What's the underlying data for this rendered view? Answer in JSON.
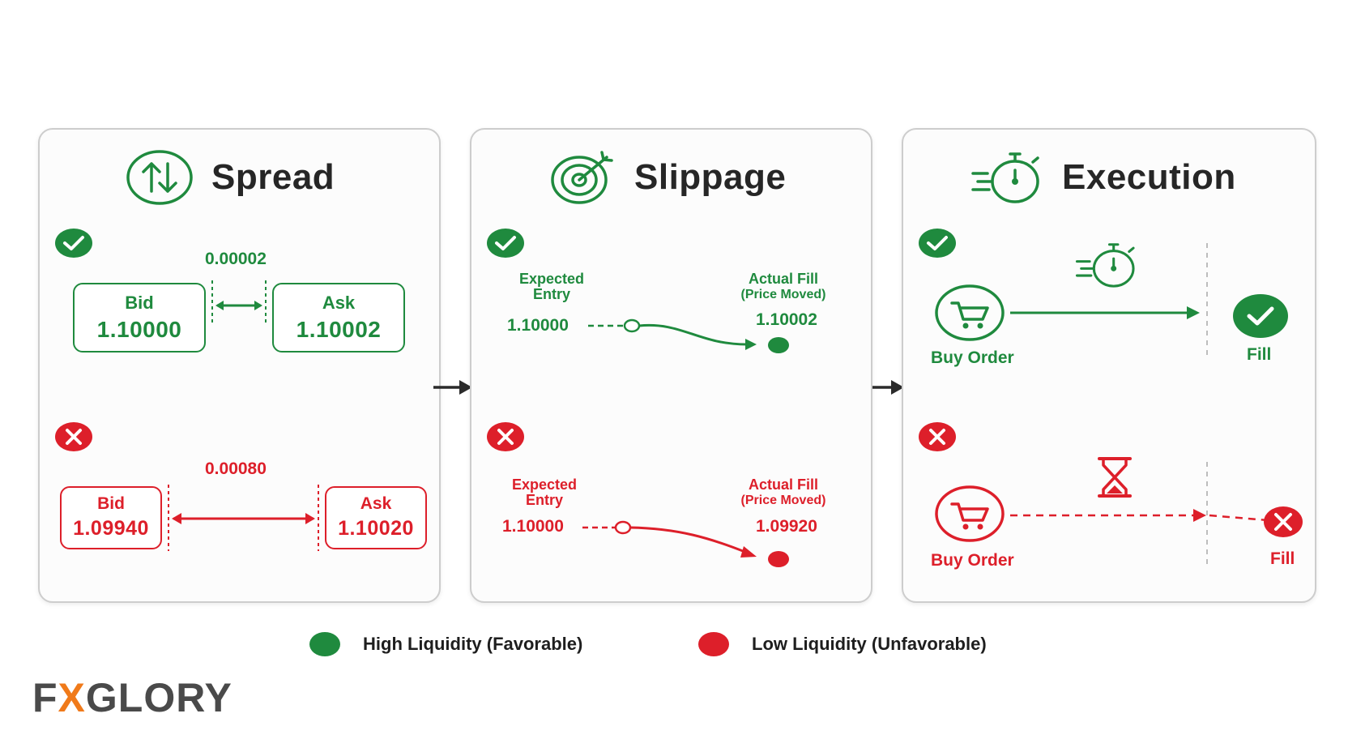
{
  "panels": {
    "spread": {
      "title": "Spread",
      "good": {
        "spread_value": "0.00002",
        "bid_label": "Bid",
        "bid_value": "1.10000",
        "ask_label": "Ask",
        "ask_value": "1.10002"
      },
      "bad": {
        "spread_value": "0.00080",
        "bid_label": "Bid",
        "bid_value": "1.09940",
        "ask_label": "Ask",
        "ask_value": "1.10020"
      }
    },
    "slippage": {
      "title": "Slippage",
      "good": {
        "expected_label_line1": "Expected",
        "expected_label_line2": "Entry",
        "expected_value": "1.10000",
        "actual_label_line1": "Actual Fill",
        "actual_label_line2": "(Price Moved)",
        "actual_value": "1.10002"
      },
      "bad": {
        "expected_label_line1": "Expected",
        "expected_label_line2": "Entry",
        "expected_value": "1.10000",
        "actual_label_line1": "Actual Fill",
        "actual_label_line2": "(Price Moved)",
        "actual_value": "1.09920"
      }
    },
    "execution": {
      "title": "Execution",
      "good": {
        "order_label": "Buy Order",
        "fill_label": "Fill"
      },
      "bad": {
        "order_label": "Buy Order",
        "fill_label": "Fill"
      }
    }
  },
  "legend": {
    "favorable": "High Liquidity (Favorable)",
    "unfavorable": "Low Liquidity (Unfavorable)"
  },
  "logo": {
    "part1": "F",
    "part2": "X",
    "part3": "GLORY"
  },
  "colors": {
    "favorable": "#1f8a3e",
    "unfavorable": "#dd1f2a",
    "text": "#262626"
  },
  "icons": [
    "up-down-arrows-icon",
    "target-icon",
    "stopwatch-icon",
    "check-icon",
    "cross-icon",
    "cart-icon",
    "hourglass-icon"
  ]
}
